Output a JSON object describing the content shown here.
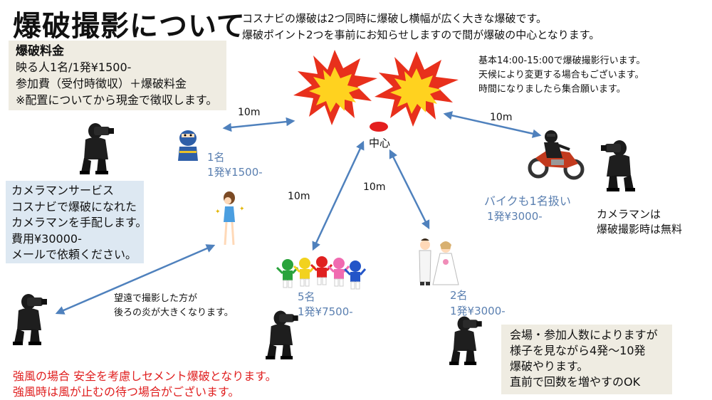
{
  "title": "爆破撮影について",
  "intro": [
    "コスナビの爆破は2つ同時に爆破し横幅が広く大きな爆破です。",
    "爆破ポイント2つを事前にお知らせしますので間が爆破の中心となります。"
  ],
  "fee_box": {
    "title": "爆破料金",
    "lines": [
      "映る人1名/1発¥1500-",
      "参加費（受付時徴収）＋爆破料金",
      "※配置についてから現金で徴収します。"
    ]
  },
  "schedule": [
    "基本14:00-15:00で爆破撮影行います。",
    "天候により変更する場合もございます。",
    "時間になりましたら集合願います。"
  ],
  "distances": {
    "left": "10m",
    "right": "10m",
    "down_left": "10m",
    "down_right": "10m"
  },
  "center_label": "中心",
  "ninja": {
    "count": "1名",
    "price": "1発¥1500-"
  },
  "bike": {
    "label": "バイクも1名扱い",
    "price": "1発¥3000-"
  },
  "rangers": {
    "count": "5名",
    "price": "1発¥7500-"
  },
  "couple": {
    "count": "2名",
    "price": "1発¥3000-"
  },
  "cameraman_free": [
    "カメラマンは",
    "爆破撮影時は無料"
  ],
  "camera_box": {
    "lines": [
      "カメラマンサービス",
      "コスナビで爆破になれた",
      "カメラマンを手配します。",
      "費用¥30000-",
      "メールで依頼ください。"
    ]
  },
  "telephoto_note": [
    "望遠で撮影した方が",
    "後ろの炎が大きくなります。"
  ],
  "venue_box": {
    "lines": [
      "会場・参加人数によりますが",
      "様子を見ながら4発〜10発",
      "爆破やります。",
      "直前で回数を増やすのOK"
    ]
  },
  "wind_warning": [
    "強風の場合 安全を考慮しセメント爆破となります。",
    "強風時は風が止むの待つ場合がございます。"
  ],
  "colors": {
    "accent_blue": "#4f81bd",
    "price_blue": "#5a7fb0",
    "warning_red": "#e02020",
    "explosion_red": "#e8301c",
    "explosion_yellow": "#ffd21f",
    "center_red": "#e41f1f"
  }
}
